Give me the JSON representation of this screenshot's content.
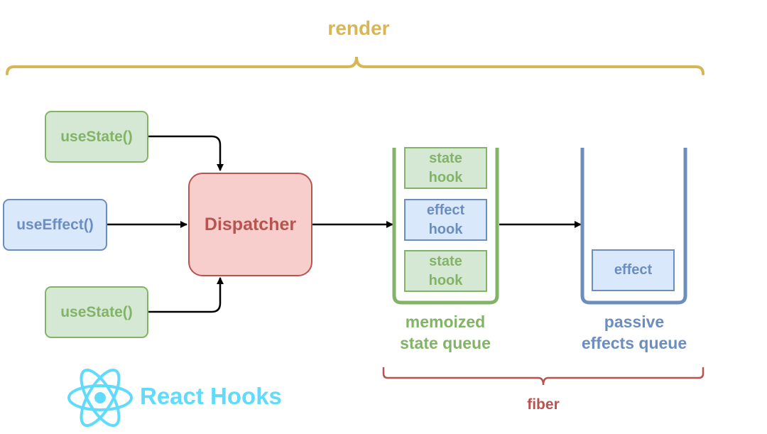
{
  "render_label": "render",
  "hooks": {
    "use_state_top": "useState()",
    "use_effect": "useEffect()",
    "use_state_bottom": "useState()"
  },
  "dispatcher_label": "Dispatcher",
  "memoized_queue": {
    "slots": [
      "state\nhook",
      "effect\nhook",
      "state\nhook"
    ],
    "caption": "memoized\nstate queue"
  },
  "passive_queue": {
    "slot": "effect",
    "caption": "passive\neffects queue"
  },
  "fiber_label": "fiber",
  "logo_text": "React Hooks",
  "colors": {
    "render": "#d6b656",
    "green_stroke": "#82b366",
    "green_fill": "#d5e8d4",
    "blue_stroke": "#6c8ebf",
    "blue_fill": "#dae8fc",
    "red_stroke": "#b85450",
    "red_fill": "#f8cecc",
    "react": "#61dafb"
  }
}
